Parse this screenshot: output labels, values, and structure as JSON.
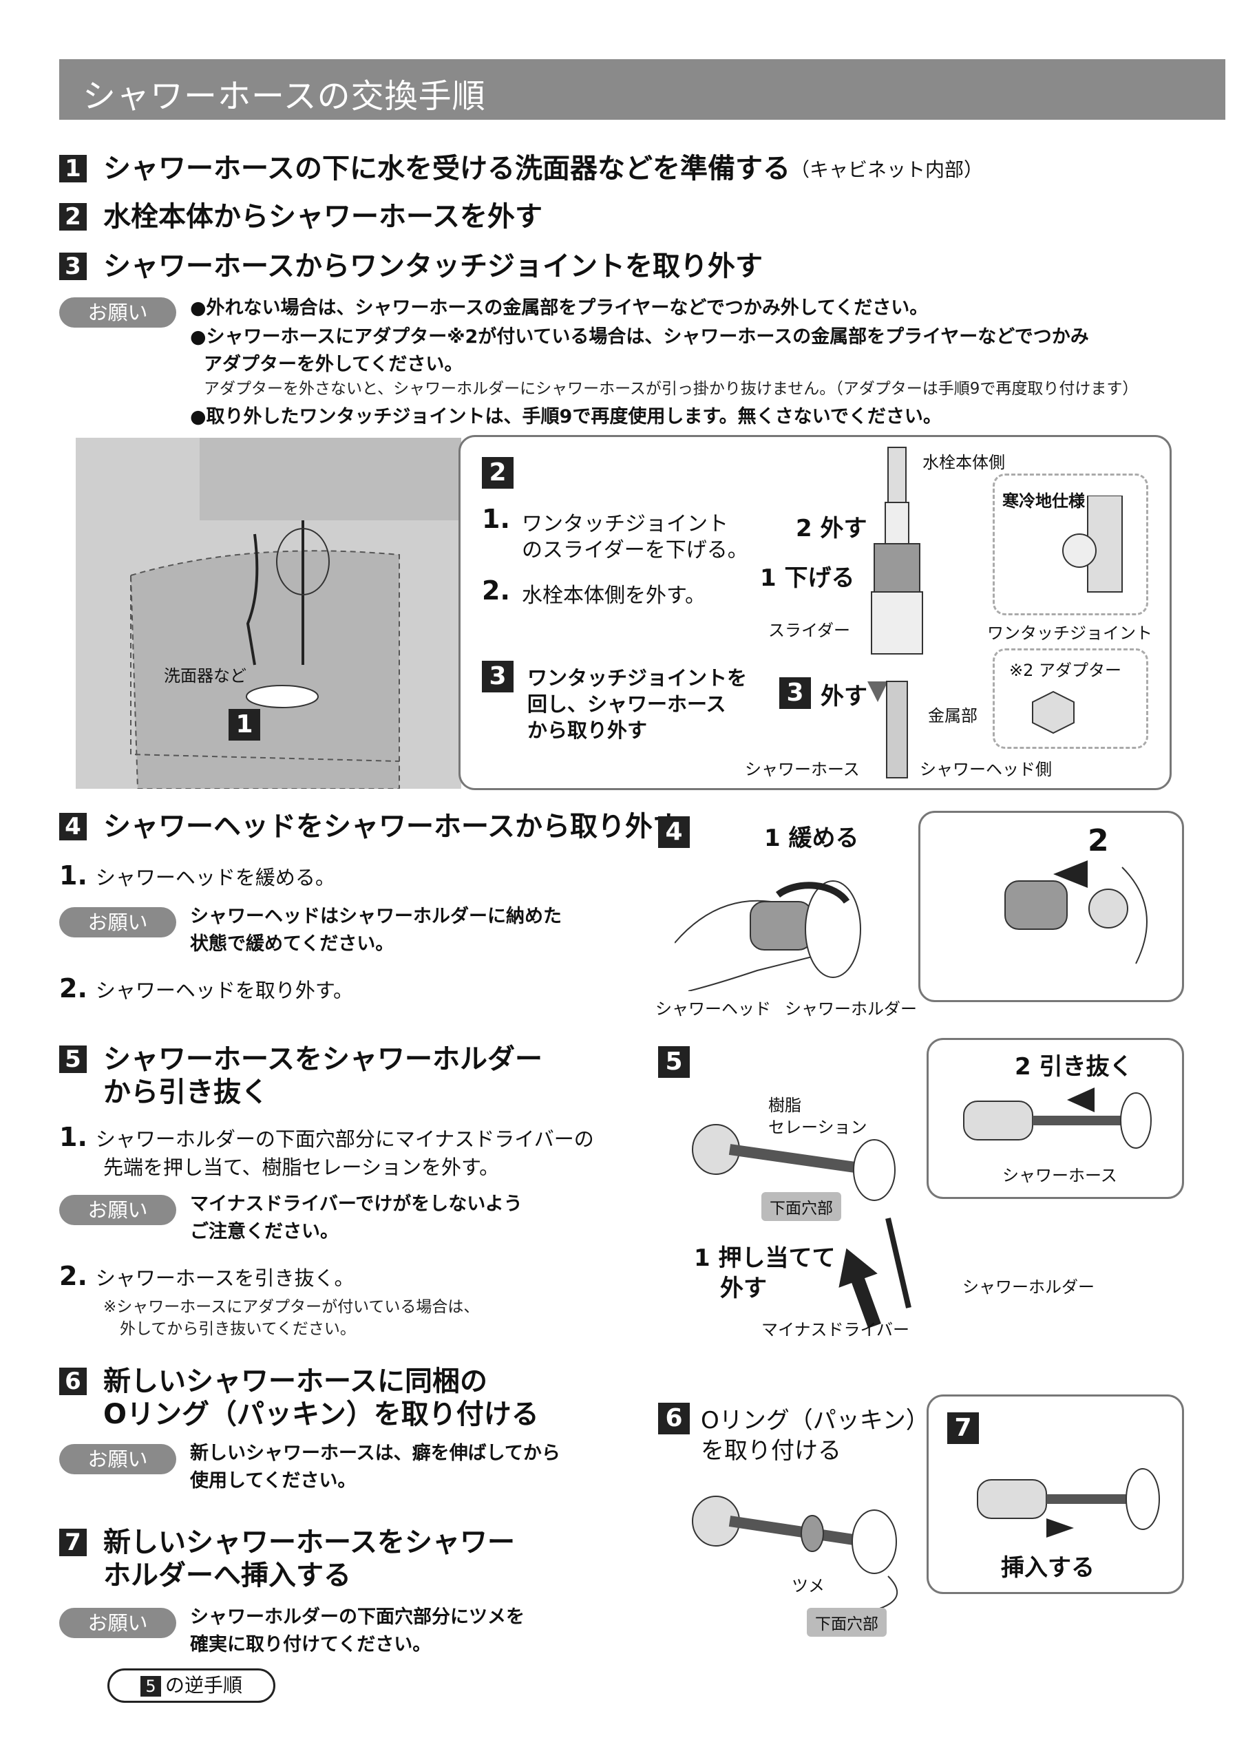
{
  "page_title": "シャワーホースの交換手順",
  "steps": [
    {
      "n": "1",
      "text": "シャワーホースの下に水を受ける洗面器などを準備する",
      "sub": "（キャビネット内部）"
    },
    {
      "n": "2",
      "text": "水栓本体からシャワーホースを外す"
    },
    {
      "n": "3",
      "text": "シャワーホースからワンタッチジョイントを取り外す"
    },
    {
      "n": "4",
      "text": "シャワーヘッドをシャワーホースから取り外す"
    },
    {
      "n": "5",
      "line1": "シャワーホースをシャワーホルダー",
      "line2": "から引き抜く"
    },
    {
      "n": "6",
      "line1": "新しいシャワーホースに同梱の",
      "line2": "Oリング（パッキン）を取り付ける"
    },
    {
      "n": "7",
      "line1": "新しいシャワーホースをシャワー",
      "line2": "ホルダーへ挿入する"
    }
  ],
  "badge_label": "お願い",
  "step3_notes": {
    "n1": "●外れない場合は、シャワーホースの金属部をプライヤーなどでつかみ外してください。",
    "n2a": "●シャワーホースにアダプター※2が付いている場合は、シャワーホースの金属部をプライヤーなどでつかみ",
    "n2b": "アダプターを外してください。",
    "n2c": "アダプターを外さないと、シャワーホルダーにシャワーホースが引っ掛かり抜けません。（アダプターは手順9で再度取り付けます）",
    "n3": "●取り外したワンタッチジョイントは、手順9で再度使用します。無くさないでください。"
  },
  "fig1": {
    "label_basin": "洗面器など",
    "num": "1"
  },
  "fig2": {
    "num": "2",
    "i1_num": "1.",
    "i1_a": "ワンタッチジョイント",
    "i1_b": "のスライダーを下げる。",
    "i2_num": "2.",
    "i2": "水栓本体側を外す。",
    "i3_num": "3",
    "i3_a": "ワンタッチジョイントを",
    "i3_b": "回し、シャワーホース",
    "i3_c": "から取り外す",
    "faucet_side": "水栓本体側",
    "off2": "2 外す",
    "down1": "1 下げる",
    "slider": "スライダー",
    "joint": "ワンタッチジョイント",
    "cold": "寒冷地仕様",
    "adapter": "※2 アダプター",
    "off3": "外す",
    "metal": "金属部",
    "hose": "シャワーホース",
    "head_side": "シャワーヘッド側"
  },
  "step4_body": {
    "i1_num": "1.",
    "i1": "シャワーヘッドを緩める。",
    "note_a": "シャワーヘッドはシャワーホルダーに納めた",
    "note_b": "状態で緩めてください。",
    "i2_num": "2.",
    "i2": "シャワーヘッドを取り外す。"
  },
  "fig4": {
    "num": "4",
    "loosen": "1 緩める",
    "two": "2",
    "head": "シャワーヘッド",
    "holder": "シャワーホルダー"
  },
  "step5_body": {
    "i1_num": "1.",
    "i1_a": "シャワーホルダーの下面穴部分にマイナスドライバーの",
    "i1_b": "先端を押し当て、樹脂セレーションを外す。",
    "note_a": "マイナスドライバーでけがをしないよう",
    "note_b": "ご注意ください。",
    "i2_num": "2.",
    "i2": "シャワーホースを引き抜く。",
    "small_a": "※シャワーホースにアダプターが付いている場合は、",
    "small_b": "外してから引き抜いてください。"
  },
  "fig5": {
    "num": "5",
    "serration_a": "樹脂",
    "serration_b": "セレーション",
    "hole": "下面穴部",
    "push_a": "1 押し当てて",
    "push_b": "外す",
    "driver": "マイナスドライバー",
    "holder": "シャワーホルダー",
    "pull": "2 引き抜く",
    "hose": "シャワーホース"
  },
  "step6_note": {
    "a": "新しいシャワーホースは、癖を伸ばしてから",
    "b": "使用してください。"
  },
  "fig6": {
    "num": "6",
    "oring_a": "Oリング（パッキン）",
    "oring_b": "を取り付ける",
    "claw": "ツメ",
    "hole": "下面穴部",
    "num7": "7",
    "insert": "挿入する"
  },
  "step7_note": {
    "a": "シャワーホルダーの下面穴部分にツメを",
    "b": "確実に取り付けてください。"
  },
  "reverse": {
    "n": "5",
    "text": "の逆手順"
  }
}
